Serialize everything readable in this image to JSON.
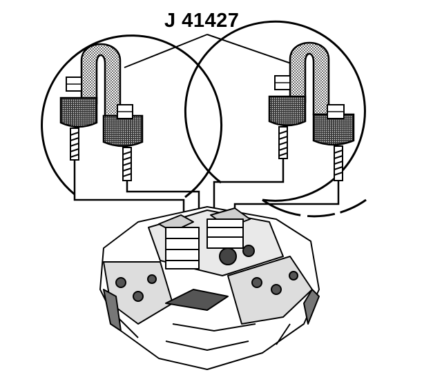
{
  "figure": {
    "callout_label": "J 41427",
    "components": {
      "tool": "lift-bracket",
      "tool_count": 2,
      "engine": "v8-engine-block"
    },
    "colors": {
      "ink": "#000000",
      "paper": "#ffffff",
      "shade": "#6b6b6b"
    }
  }
}
